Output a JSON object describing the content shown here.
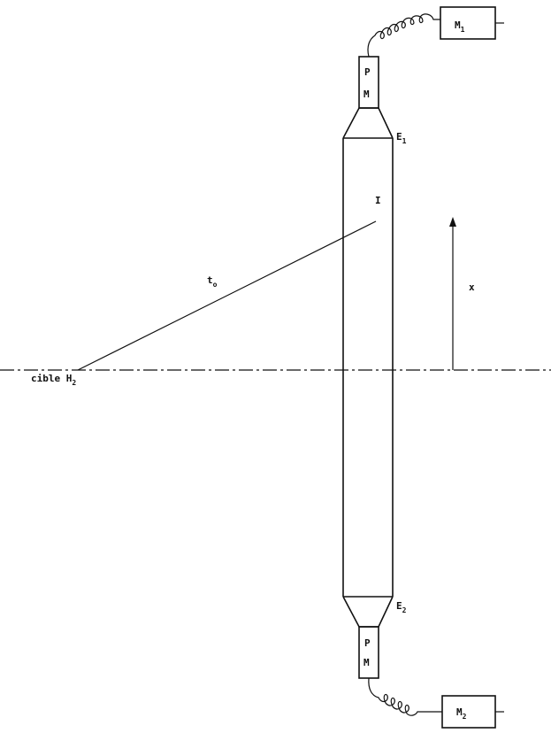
{
  "labels": {
    "target": {
      "main": "cible H",
      "sub": "2"
    },
    "t0": {
      "main": "t",
      "sub": "o"
    },
    "impact": "I",
    "x_axis": "x",
    "e1": {
      "main": "E",
      "sub": "1"
    },
    "e2": {
      "main": "E",
      "sub": "2"
    },
    "pm_top": {
      "p": "P",
      "m": "M"
    },
    "pm_bottom": {
      "p": "P",
      "m": "M"
    },
    "module1": {
      "main": "M",
      "sub": "1"
    },
    "module2": {
      "main": "M",
      "sub": "2"
    }
  }
}
